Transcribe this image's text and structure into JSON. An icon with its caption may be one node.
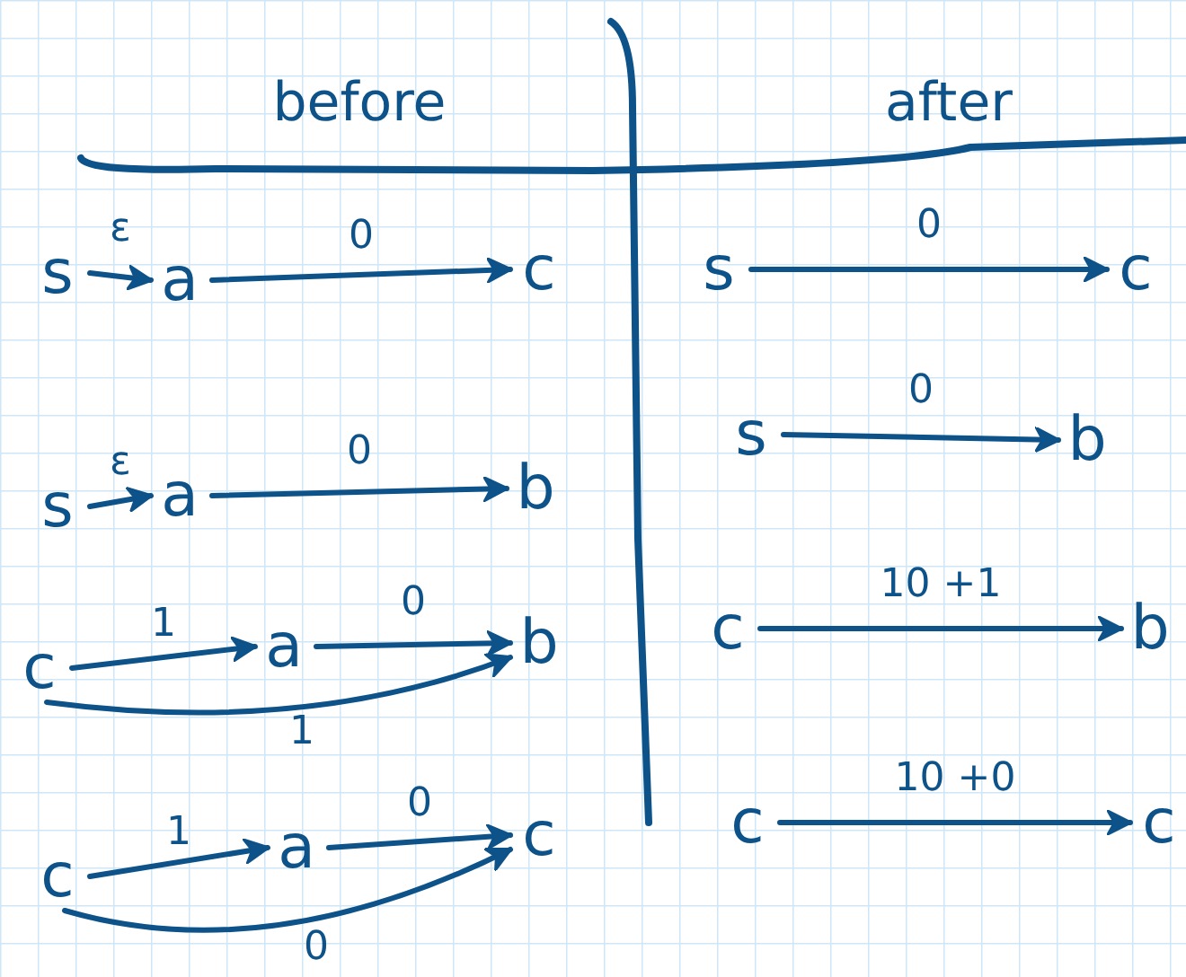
{
  "diagram": {
    "nodes": [
      {
        "text": [
          "s"
        ]
      },
      {
        "text": [
          "a"
        ]
      },
      {
        "text": [
          "c"
        ]
      },
      {
        "text": [
          "s"
        ]
      },
      {
        "text": [
          "a"
        ]
      },
      {
        "text": [
          "b"
        ]
      },
      {
        "text": [
          "c"
        ]
      },
      {
        "text": [
          "a"
        ]
      },
      {
        "text": [
          "b"
        ]
      },
      {
        "text": [
          "c"
        ]
      },
      {
        "text": [
          "a"
        ]
      },
      {
        "text": [
          "c"
        ]
      },
      {
        "text": [
          "s"
        ]
      },
      {
        "text": [
          "c"
        ]
      },
      {
        "text": [
          "s"
        ]
      },
      {
        "text": [
          "b"
        ]
      },
      {
        "text": [
          "c"
        ]
      },
      {
        "text": [
          "b"
        ]
      },
      {
        "text": [
          "c"
        ]
      },
      {
        "text": [
          "c"
        ]
      }
    ],
    "edges": [
      {
        "from": 0,
        "to": 1,
        "arrow": "to",
        "label": "ε"
      },
      {
        "from": 1,
        "to": 2,
        "arrow": "to",
        "label": "0"
      },
      {
        "from": 3,
        "to": 4,
        "arrow": "to",
        "label": "ε"
      },
      {
        "from": 4,
        "to": 5,
        "arrow": "to",
        "label": "0"
      },
      {
        "from": 6,
        "to": 7,
        "arrow": "to",
        "label": "1"
      },
      {
        "from": 7,
        "to": 8,
        "arrow": "to",
        "label": "0"
      },
      {
        "from": 6,
        "to": 8,
        "arrow": "to",
        "label": "1"
      },
      {
        "from": 9,
        "to": 10,
        "arrow": "to",
        "label": "1"
      },
      {
        "from": 10,
        "to": 11,
        "arrow": "to",
        "label": "0"
      },
      {
        "from": 9,
        "to": 11,
        "arrow": "to",
        "label": "0"
      },
      {
        "from": 12,
        "to": 13,
        "arrow": "to",
        "label": "0"
      },
      {
        "from": 14,
        "to": 15,
        "arrow": "to",
        "label": "0"
      },
      {
        "from": 16,
        "to": 17,
        "arrow": "to",
        "label": "10 +1"
      },
      {
        "from": 18,
        "to": 19,
        "arrow": "to",
        "label": "10 +0"
      }
    ],
    "labels": [
      "before",
      "after"
    ]
  }
}
